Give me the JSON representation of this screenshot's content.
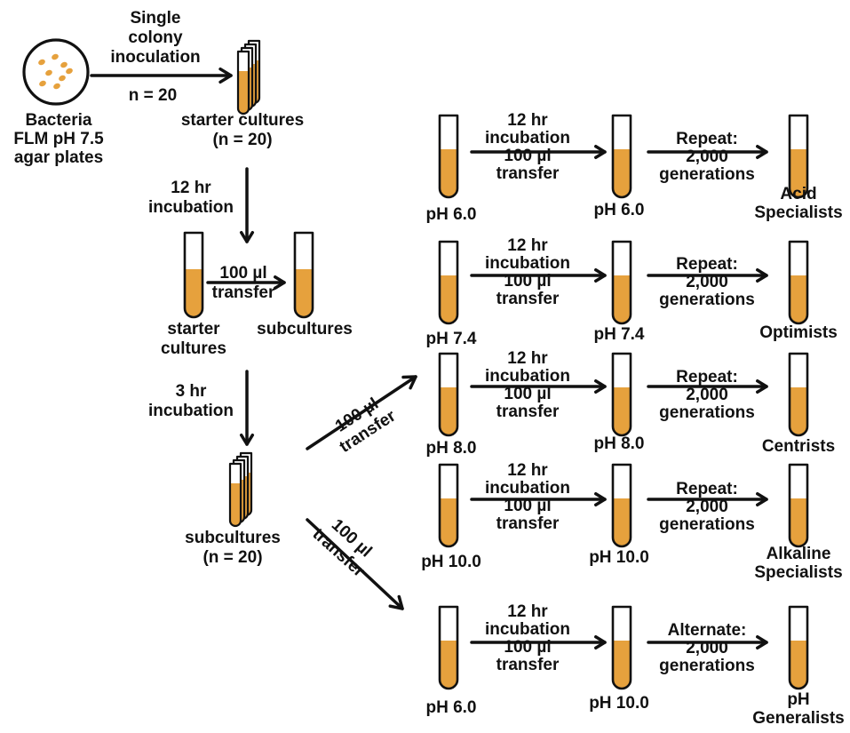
{
  "colors": {
    "culture": "#E6A13D",
    "ink": "#111111",
    "colony": "#E6A13D"
  },
  "left_flow": {
    "plates_label": [
      "Bacteria",
      "FLM pH 7.5",
      "agar plates"
    ],
    "inoculation_label": [
      "Single",
      "colony",
      "inoculation"
    ],
    "n_label": "n = 20",
    "starter_label": [
      "starter cultures",
      "(n = 20)"
    ],
    "incubation_12": [
      "12 hr",
      "incubation"
    ],
    "transfer_label": [
      "100 µl",
      "transfer"
    ],
    "starter_cultures_label": [
      "starter",
      "cultures"
    ],
    "subcultures_label": "subcultures",
    "incubation_3": [
      "3 hr",
      "incubation"
    ],
    "subcultures_n_label": [
      "subcultures",
      "(n = 20)"
    ],
    "diag_transfer_label": [
      "100 µl",
      "transfer"
    ]
  },
  "rows": [
    {
      "ph_start": "pH 6.0",
      "mid_label": [
        "12 hr",
        "incubation",
        "100 µl",
        "transfer"
      ],
      "ph_end": "pH 6.0",
      "repeat": [
        "Repeat:",
        "2,000",
        "generations"
      ],
      "result": [
        "Acid",
        "Specialists"
      ]
    },
    {
      "ph_start": "pH 7.4",
      "mid_label": [
        "12 hr",
        "incubation",
        "100 µl",
        "transfer"
      ],
      "ph_end": "pH 7.4",
      "repeat": [
        "Repeat:",
        "2,000",
        "generations"
      ],
      "result": [
        "Optimists"
      ]
    },
    {
      "ph_start": "pH 8.0",
      "mid_label": [
        "12 hr",
        "incubation",
        "100 µl",
        "transfer"
      ],
      "ph_end": "pH 8.0",
      "repeat": [
        "Repeat:",
        "2,000",
        "generations"
      ],
      "result": [
        "Centrists"
      ]
    },
    {
      "ph_start": "pH 10.0",
      "mid_label": [
        "12 hr",
        "incubation",
        "100 µl",
        "transfer"
      ],
      "ph_end": "pH 10.0",
      "repeat": [
        "Repeat:",
        "2,000",
        "generations"
      ],
      "result": [
        "Alkaline",
        "Specialists"
      ]
    },
    {
      "ph_start": "pH 6.0",
      "mid_label": [
        "12 hr",
        "incubation",
        "100 µl",
        "transfer"
      ],
      "ph_end": "pH 10.0",
      "repeat": [
        "Alternate:",
        "2,000",
        "generations"
      ],
      "result": [
        "pH",
        "Generalists"
      ]
    }
  ]
}
